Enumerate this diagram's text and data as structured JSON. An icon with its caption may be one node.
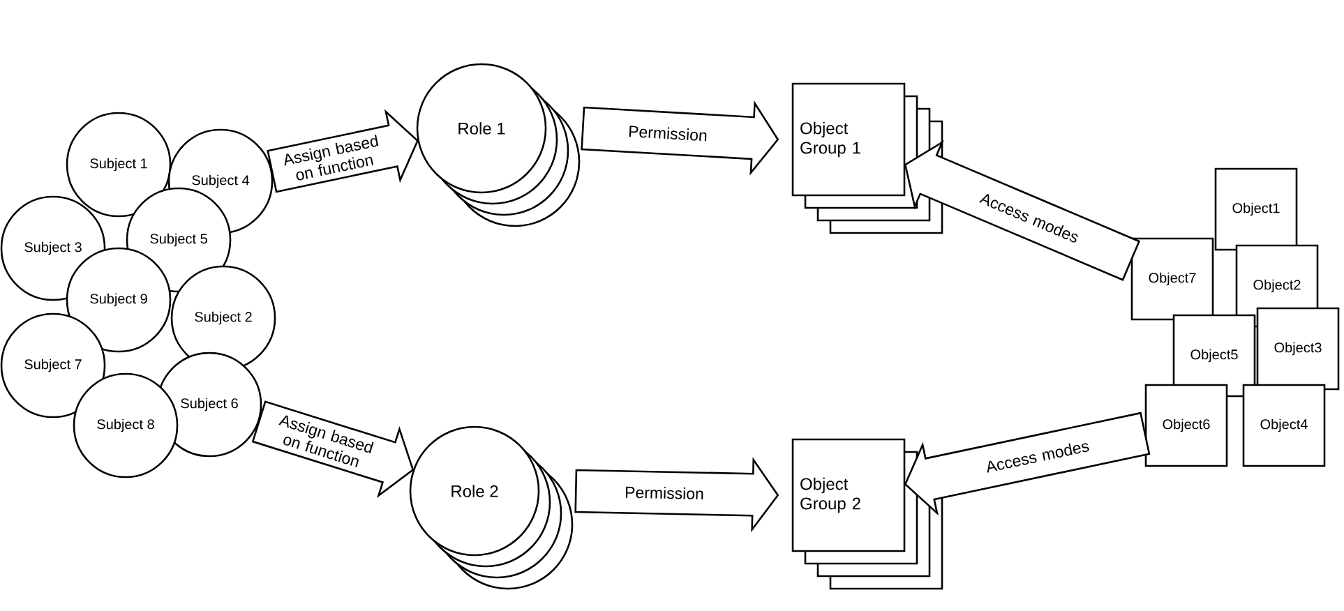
{
  "diagram": {
    "nodes": [
      {
        "text": [
          "Subject 1"
        ]
      },
      {
        "text": [
          "Subject 4"
        ]
      },
      {
        "text": [
          "Subject 3"
        ]
      },
      {
        "text": [
          "Subject 5"
        ]
      },
      {
        "text": [
          "Subject 9"
        ]
      },
      {
        "text": [
          "Subject 2"
        ]
      },
      {
        "text": [
          "Subject 7"
        ]
      },
      {
        "text": [
          "Subject 6"
        ]
      },
      {
        "text": [
          "Subject 8"
        ]
      },
      {
        "text": [
          "Role 1"
        ]
      },
      {
        "text": [
          "Role 2"
        ]
      },
      {
        "text": [
          "Object Group 1"
        ]
      },
      {
        "text": [
          "Object Group 2"
        ]
      },
      {
        "text": [
          "Object1"
        ]
      },
      {
        "text": [
          "Object2"
        ]
      },
      {
        "text": [
          "Object7"
        ]
      },
      {
        "text": [
          "Object3"
        ]
      },
      {
        "text": [
          "Object5"
        ]
      },
      {
        "text": [
          "Object6"
        ]
      },
      {
        "text": [
          "Object4"
        ]
      }
    ],
    "edges": [
      {
        "from": 1,
        "to": 9,
        "arrow": "to",
        "label": "Assign based on function"
      },
      {
        "from": 7,
        "to": 10,
        "arrow": "to",
        "label": "Assign based on function"
      },
      {
        "from": 9,
        "to": 11,
        "arrow": "to",
        "label": "Permission"
      },
      {
        "from": 10,
        "to": 12,
        "arrow": "to",
        "label": "Permission"
      },
      {
        "from": 15,
        "to": 11,
        "arrow": "to",
        "label": "Access modes"
      },
      {
        "from": 18,
        "to": 12,
        "arrow": "to",
        "label": "Access modes"
      }
    ]
  }
}
